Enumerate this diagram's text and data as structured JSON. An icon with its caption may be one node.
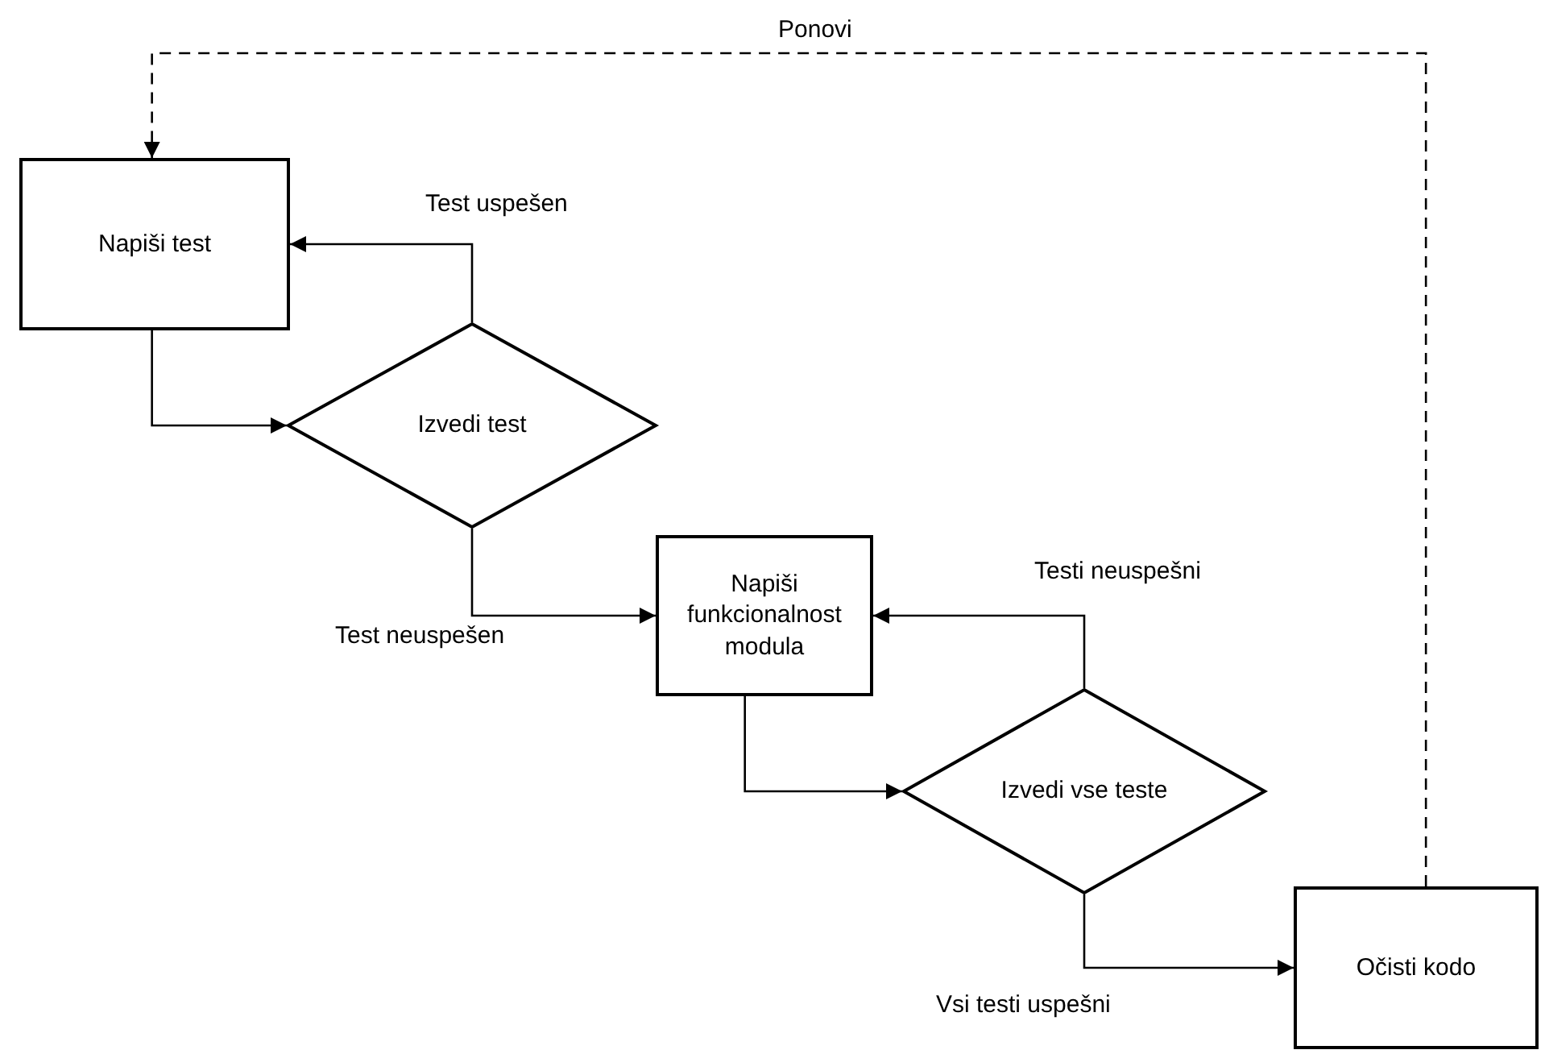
{
  "diagram": {
    "nodes": [
      {
        "text": [
          "Napiši test"
        ]
      },
      {
        "text": [
          "Izvedi test"
        ]
      },
      {
        "text": [
          "Napiši funkcionalnost modula"
        ]
      },
      {
        "text": [
          "Izvedi vse teste"
        ]
      },
      {
        "text": [
          "Očisti kodo"
        ]
      }
    ],
    "edges": [
      {
        "from": 0,
        "to": 1,
        "arrow": "to"
      },
      {
        "from": 1,
        "to": 0,
        "arrow": "to",
        "label": "Test uspešen"
      },
      {
        "from": 1,
        "to": 2,
        "arrow": "to",
        "label": "Test neuspešen"
      },
      {
        "from": 2,
        "to": 3,
        "arrow": "to"
      },
      {
        "from": 3,
        "to": 2,
        "arrow": "to",
        "label": "Testi neuspešni"
      },
      {
        "from": 3,
        "to": 4,
        "arrow": "to",
        "label": "Vsi testi uspešni"
      },
      {
        "from": 4,
        "to": 0,
        "arrow": "to",
        "label": "Ponovi",
        "style": "dashed"
      }
    ]
  }
}
